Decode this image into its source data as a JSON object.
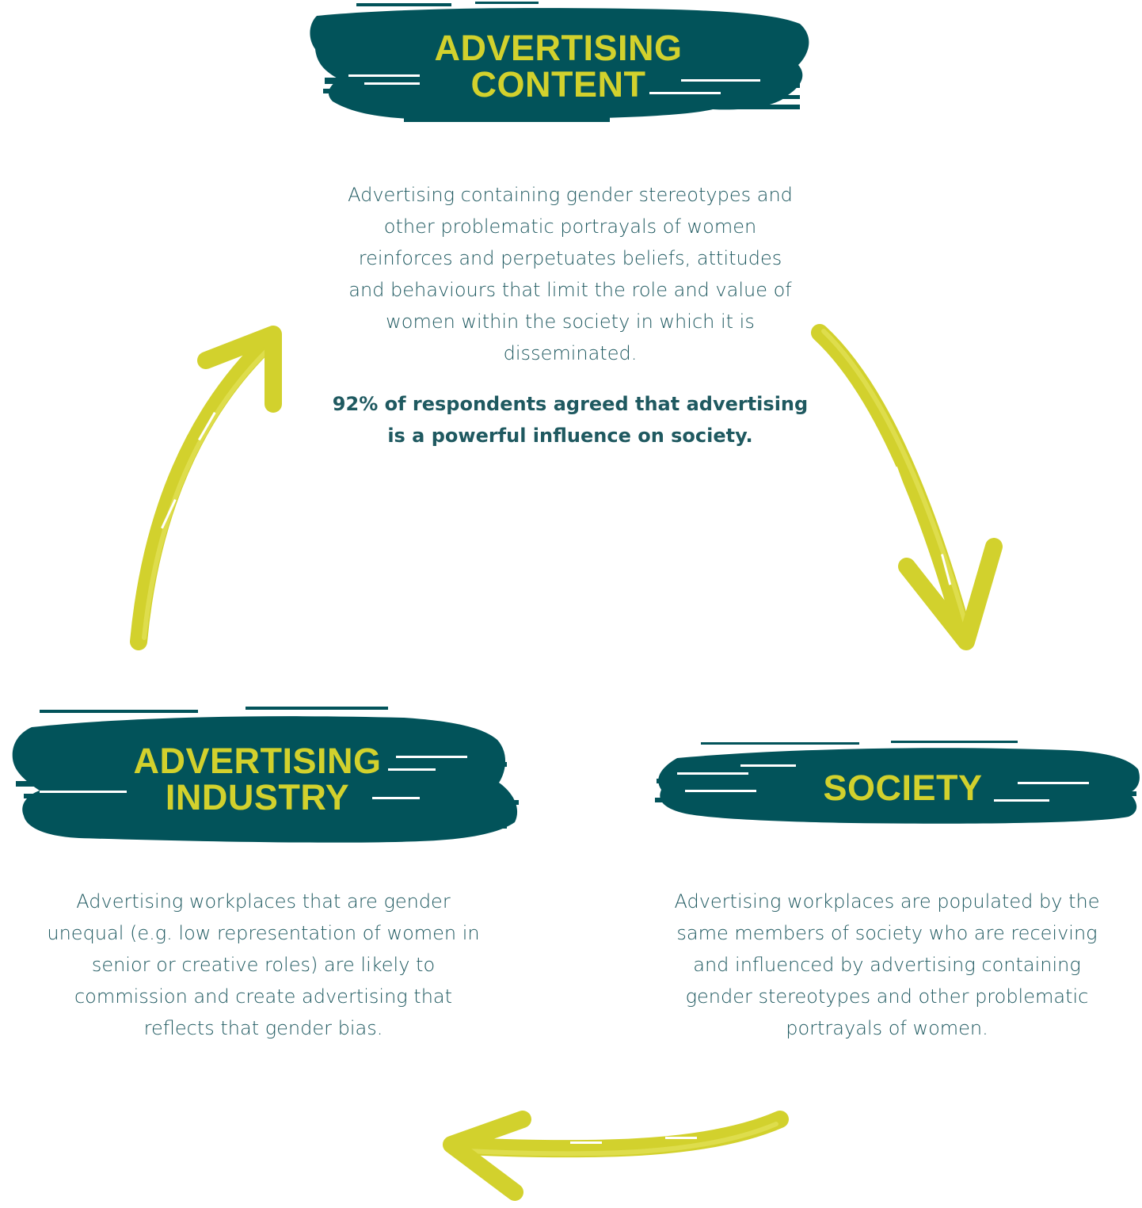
{
  "colors": {
    "teal": "#02535a",
    "yellow": "#d2d12d",
    "text": "#1f5960"
  },
  "nodes": {
    "content": {
      "title_line1": "ADVERTISING",
      "title_line2": "CONTENT",
      "description": "Advertising containing gender stereotypes and other problematic portrayals of women reinforces and perpetuates beliefs, attitudes and behaviours that limit the role and value of women within the society in which it is disseminated.",
      "statistic": "92% of respondents agreed that advertising is a powerful influence on society."
    },
    "society": {
      "title": "SOCIETY",
      "description": "Advertising workplaces are populated by the same members of society who are receiving and influenced by advertising containing gender stereotypes and other problematic portrayals of women."
    },
    "industry": {
      "title_line1": "ADVERTISING",
      "title_line2": "INDUSTRY",
      "description": "Advertising workplaces that are gender unequal (e.g. low representation of women in senior or creative roles) are likely to commission and create advertising that reflects that gender bias."
    }
  },
  "arrows": [
    {
      "from": "content",
      "to": "society",
      "icon": "arrow-down-right-icon"
    },
    {
      "from": "society",
      "to": "industry",
      "icon": "arrow-left-icon"
    },
    {
      "from": "industry",
      "to": "content",
      "icon": "arrow-up-right-icon"
    }
  ]
}
